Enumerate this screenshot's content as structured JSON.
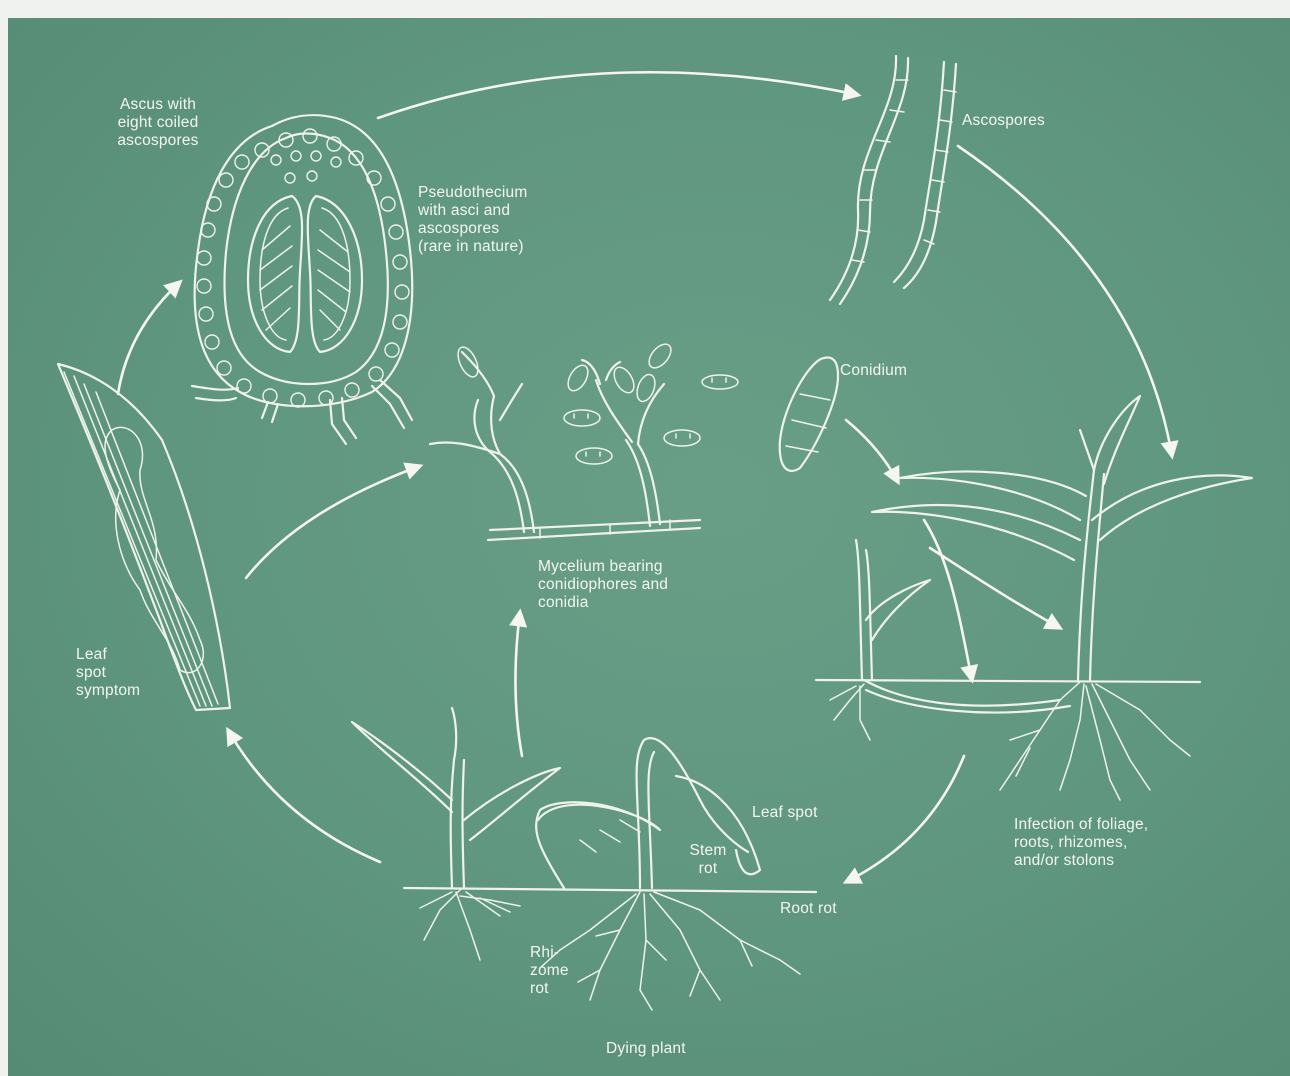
{
  "colors": {
    "background": "#5f9680",
    "ink": "#f4f6ef"
  },
  "labels": {
    "ascus": "Ascus with\neight coiled\nascospores",
    "pseudothecium": "Pseudothecium\nwith asci and\nascospores\n(rare in nature)",
    "ascospores": "Ascospores",
    "conidium": "Conidium",
    "mycelium": "Mycelium bearing\nconidiophores and\nconidia",
    "infection": "Infection of foliage,\nroots, rhizomes,\nand/or stolons",
    "leaf_spot_symptom": "Leaf\nspot\nsymptom",
    "leaf_spot": "Leaf spot",
    "stem_rot": "Stem\nrot",
    "root_rot": "Root rot",
    "rhizome_rot": "Rhi-\nzome\nrot",
    "dying_plant": "Dying plant"
  }
}
